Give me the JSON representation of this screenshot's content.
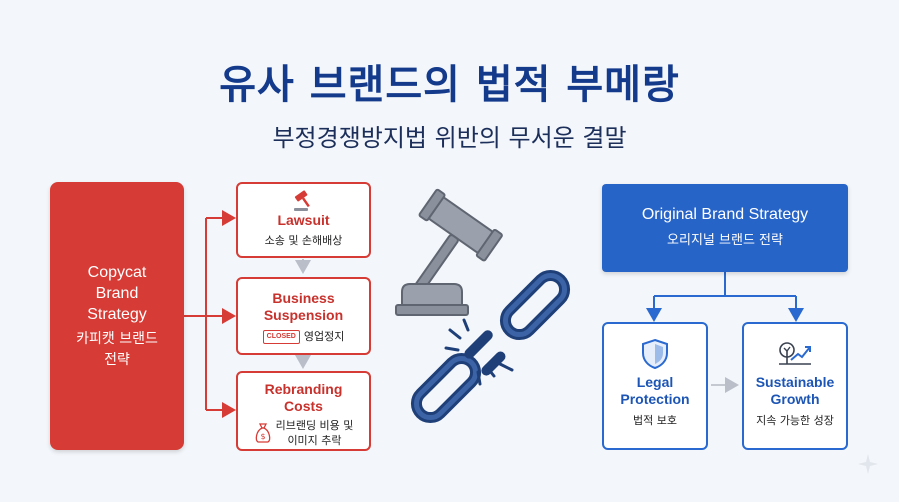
{
  "title": "유사 브랜드의 법적 부메랑",
  "subtitle": "부정경쟁방지법 위반의 무서운 결말",
  "copycat": {
    "en_line1": "Copycat",
    "en_line2": "Brand",
    "en_line3": "Strategy",
    "ko_line1": "카피캣 브랜드",
    "ko_line2": "전략"
  },
  "steps": [
    {
      "en": "Lawsuit",
      "ko": "소송 및 손해배상",
      "icon": "gavel-icon"
    },
    {
      "en_line1": "Business",
      "en_line2": "Suspension",
      "ko": "영업정지",
      "badge": "CLOSED",
      "icon": "closed-sign-icon"
    },
    {
      "en_line1": "Rebranding",
      "en_line2": "Costs",
      "ko_line1": "리브랜딩 비용 및",
      "ko_line2": "이미지 추락",
      "icon": "money-bag-icon"
    }
  ],
  "original": {
    "en": "Original Brand Strategy",
    "ko": "오리지널 브랜드 전략"
  },
  "outcomes": [
    {
      "en_line1": "Legal",
      "en_line2": "Protection",
      "ko": "법적 보호",
      "icon": "shield-icon"
    },
    {
      "en_line1": "Sustainable",
      "en_line2": "Growth",
      "ko": "지속 가능한 성장",
      "icon": "growth-chart-icon"
    }
  ],
  "colors": {
    "red": "#d63b35",
    "blue": "#2764c8",
    "navy": "#143a8c",
    "gray": "#7f8797"
  }
}
